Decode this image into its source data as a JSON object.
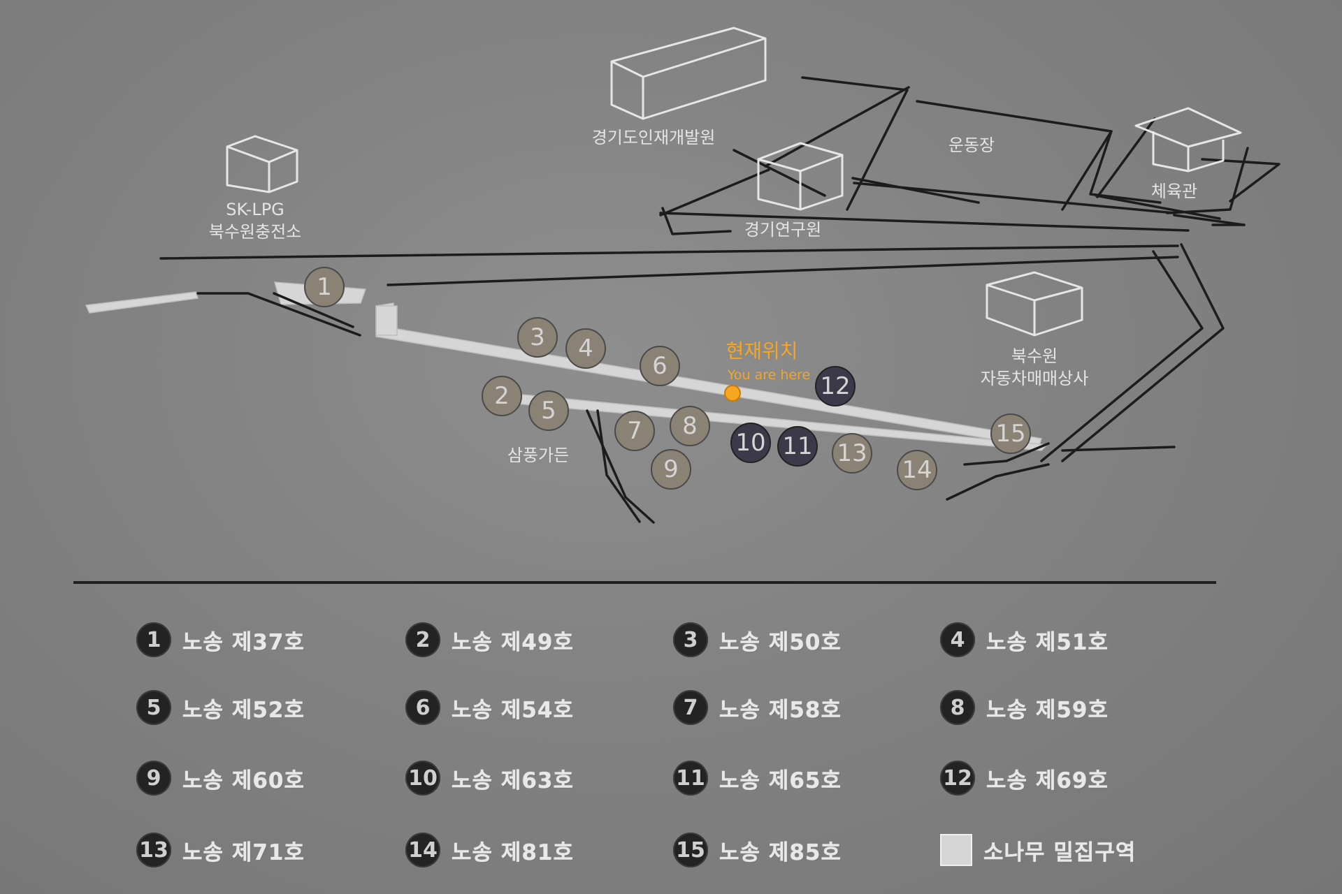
{
  "map": {
    "buildings": {
      "hrd": "경기도인재개발원",
      "sports_field": "운동장",
      "gymnasium": "체육관",
      "research": "경기연구원",
      "lpg_line1": "SK-LPG",
      "lpg_line2": "북수원충전소",
      "dealer_line1": "북수원",
      "dealer_line2": "자동차매매상사",
      "garden": "삼풍가든"
    },
    "you_are_here": {
      "ko": "현재위치",
      "en": "You are here",
      "color": "#f5a623"
    },
    "markers": [
      "1",
      "2",
      "3",
      "4",
      "5",
      "6",
      "7",
      "8",
      "9",
      "10",
      "11",
      "12",
      "13",
      "14",
      "15"
    ]
  },
  "legend": {
    "items": [
      {
        "num": "1",
        "label": "노송 제37호"
      },
      {
        "num": "2",
        "label": "노송 제49호"
      },
      {
        "num": "3",
        "label": "노송 제50호"
      },
      {
        "num": "4",
        "label": "노송 제51호"
      },
      {
        "num": "5",
        "label": "노송 제52호"
      },
      {
        "num": "6",
        "label": "노송 제54호"
      },
      {
        "num": "7",
        "label": "노송 제58호"
      },
      {
        "num": "8",
        "label": "노송 제59호"
      },
      {
        "num": "9",
        "label": "노송 제60호"
      },
      {
        "num": "10",
        "label": "노송 제63호"
      },
      {
        "num": "11",
        "label": "노송 제65호"
      },
      {
        "num": "12",
        "label": "노송 제69호"
      },
      {
        "num": "13",
        "label": "노송 제71호"
      },
      {
        "num": "14",
        "label": "노송 제81호"
      },
      {
        "num": "15",
        "label": "노송 제85호"
      }
    ],
    "pine_zone": "소나무 밀집구역"
  }
}
